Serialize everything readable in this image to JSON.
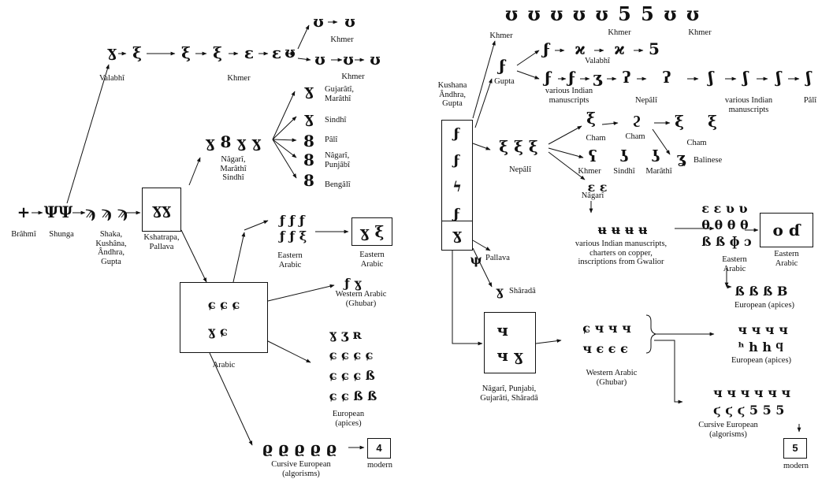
{
  "labels": {
    "brahmi": "Brâhmî",
    "shunga": "Shunga",
    "shaka": "Shaka,\nKushâna,\nÂndhra,\nGupta",
    "kshatrapa": "Kshatrapa,\nPallava",
    "valabhi_l": "Valabhî",
    "khmer_l1": "Khmer",
    "khmer_l2": "Khmer",
    "khmer_l3": "Khmer",
    "nagari_l": "Nâgarî,\nMarâthî\nSindhî",
    "gujarati": "Gujarâtî,\nMarâthî",
    "sindhi_l": "Sindhî",
    "pali_l": "Pâlî",
    "nagari_punjabi_l": "Nâgarî,\nPunjâbî",
    "bengali": "Bengâlî",
    "eastern_arabic_l": "Eastern\nArabic",
    "eastern_arabic_l2": "Eastern\nArabic",
    "western_arabic_l": "Western Arabic\n(Ghubar)",
    "arabic_l": "Arabic",
    "european_apices_l": "European\n(apices)",
    "cursive_l": "Cursive European\n(algorisms)",
    "modern_l": "modern",
    "modern_value_l": "4",
    "khmer_r1": "Khmer",
    "khmer_r2": "Khmer",
    "khmer_r3": "Khmer",
    "kushana": "Kushana\nÂndhra,\nGupta",
    "gupta_r": "Gupta",
    "valabhi_r": "Valabhî",
    "various1": "various Indian\nmanuscripts",
    "nepali_r1": "Nepâlî",
    "various2": "various Indian\nmanuscripts",
    "pali_r": "Pâlî",
    "nepali_r2": "Nepâlî",
    "cham1": "Cham",
    "cham2": "Cham",
    "cham3": "Cham",
    "balinese": "Balinese",
    "khmer_r4": "Khmer",
    "sindhi_r": "Sindhî",
    "marathi_r": "Marâthî",
    "nagari_r": "Nâgarî",
    "various3": "various Indian manuscripts,\ncharters on copper,\ninscriptions from Gwalior",
    "eastern_arabic_r": "Eastern\nArabic",
    "eastern_arabic_r2": "Eastern\nArabic",
    "european_apices_r1": "European (apices)",
    "european_apices_r2": "European (apices)",
    "pallava": "Pallava",
    "sharada": "Shâradâ",
    "nagari_punjabi_r": "Nâgarî, Punjabi,\nGujarâti, Shâradâ",
    "western_arabic_r": "Western Arabic\n(Ghubar)",
    "cursive_r": "Cursive European\n(algorisms)",
    "modern_r": "modern",
    "modern_value_r": "5"
  }
}
